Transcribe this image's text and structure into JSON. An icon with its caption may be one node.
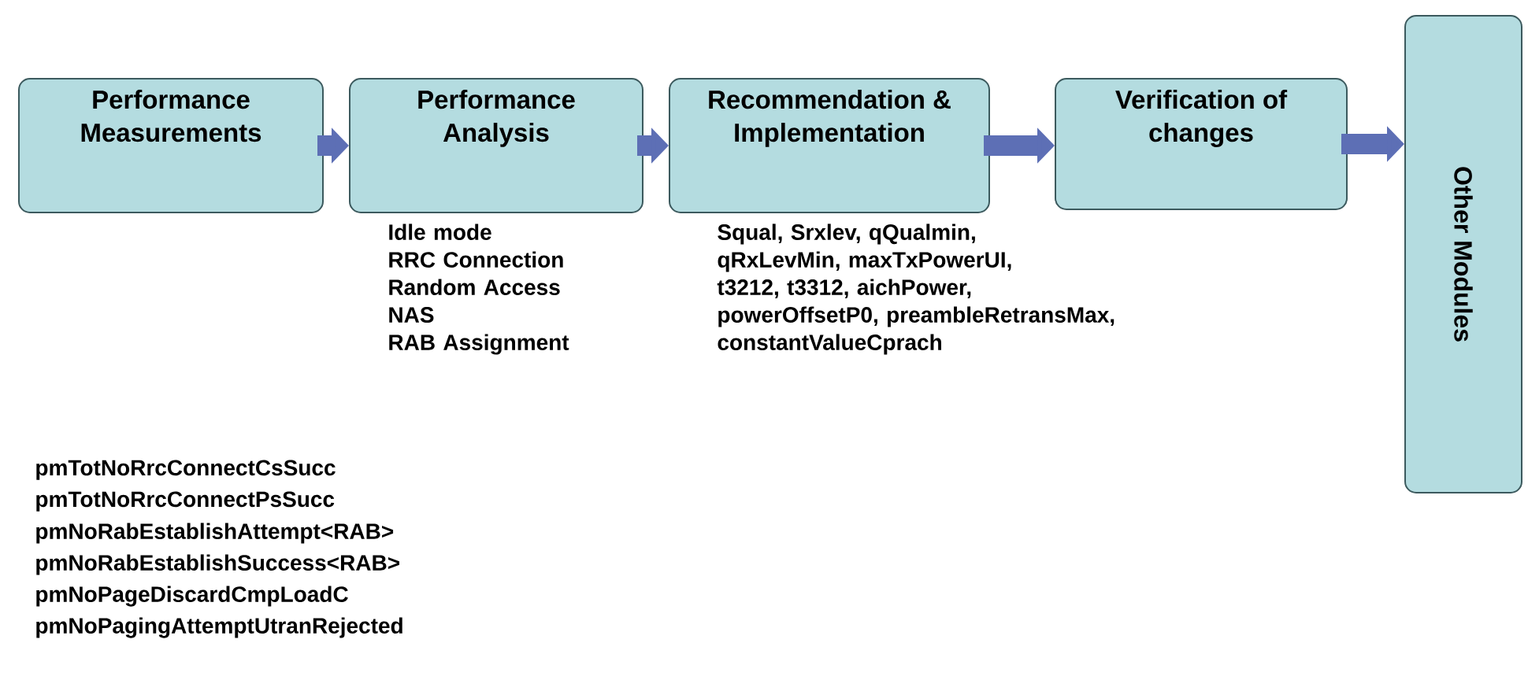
{
  "diagram": {
    "nodes": [
      {
        "text": [
          "Performance Measurements"
        ]
      },
      {
        "text": [
          "Performance Analysis"
        ],
        "beside": [
          "Idle mode",
          "RRC Connection",
          "Random Access",
          "NAS",
          "RAB Assignment"
        ]
      },
      {
        "text": [
          "Recommendation & Implementation"
        ],
        "beside": [
          "Squal, Srxlev, qQualmin, qRxLevMin, maxTxPowerUI, t3212, t3312, aichPower, powerOffsetP0, preambleRetransMax, constantValueCprach"
        ]
      },
      {
        "text": [
          "Verification of changes"
        ]
      },
      {
        "text": [
          "Other Modules"
        ]
      }
    ],
    "edges": [
      {
        "from": 0,
        "to": 1,
        "arrow": "to"
      },
      {
        "from": 1,
        "to": 2,
        "arrow": "to"
      },
      {
        "from": 2,
        "to": 3,
        "arrow": "to"
      },
      {
        "from": 3,
        "to": 4,
        "arrow": "to"
      }
    ],
    "labels": [
      "pmTotNoRrcConnectCsSucc",
      "pmTotNoRrcConnectPsSucc",
      "pmNoRabEstablishAttempt<RAB>",
      "pmNoRabEstablishSuccess<RAB>",
      "pmNoPageDiscardCmpLoadC",
      "pmNoPagingAttemptUtranRejected"
    ]
  }
}
